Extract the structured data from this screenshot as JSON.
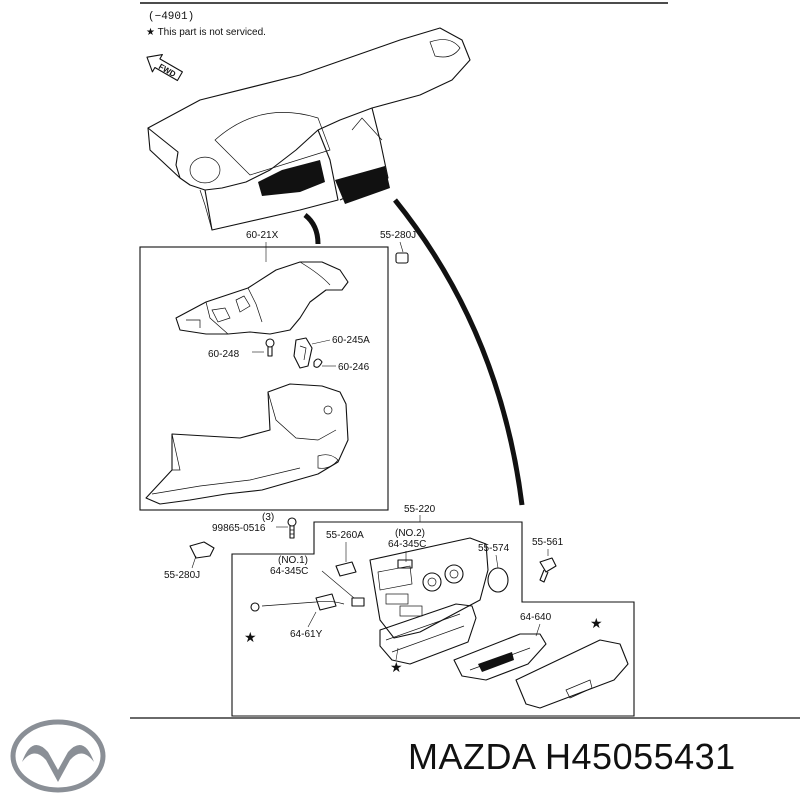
{
  "header": {
    "section_code": "(−4901)",
    "legend_note": "★ This part is not serviced.",
    "fwd_arrow": "FWD"
  },
  "callouts": {
    "upper_cover": "60-21X",
    "clip_upper": "55-280J",
    "screw_60248": "60-248",
    "bracket": "60-245A",
    "clip_60246": "60-246",
    "screw_qty": "(3)",
    "screw_99865": "99865-0516",
    "panel_55220": "55-220",
    "panel_55260a": "55-260A",
    "no2": "(NO.2)",
    "switch_no2": "64-345C",
    "cap_55574": "55-574",
    "bolt_55561": "55-561",
    "clip_lower": "55-280J",
    "no1": "(NO.1)",
    "switch_no1": "64-345C",
    "console_64640": "64-640",
    "harness_6461y": "64-61Y"
  },
  "brand": {
    "name": "MAZDA",
    "part_number": "H45055431",
    "logo_icon": "mazda-logo-icon"
  }
}
